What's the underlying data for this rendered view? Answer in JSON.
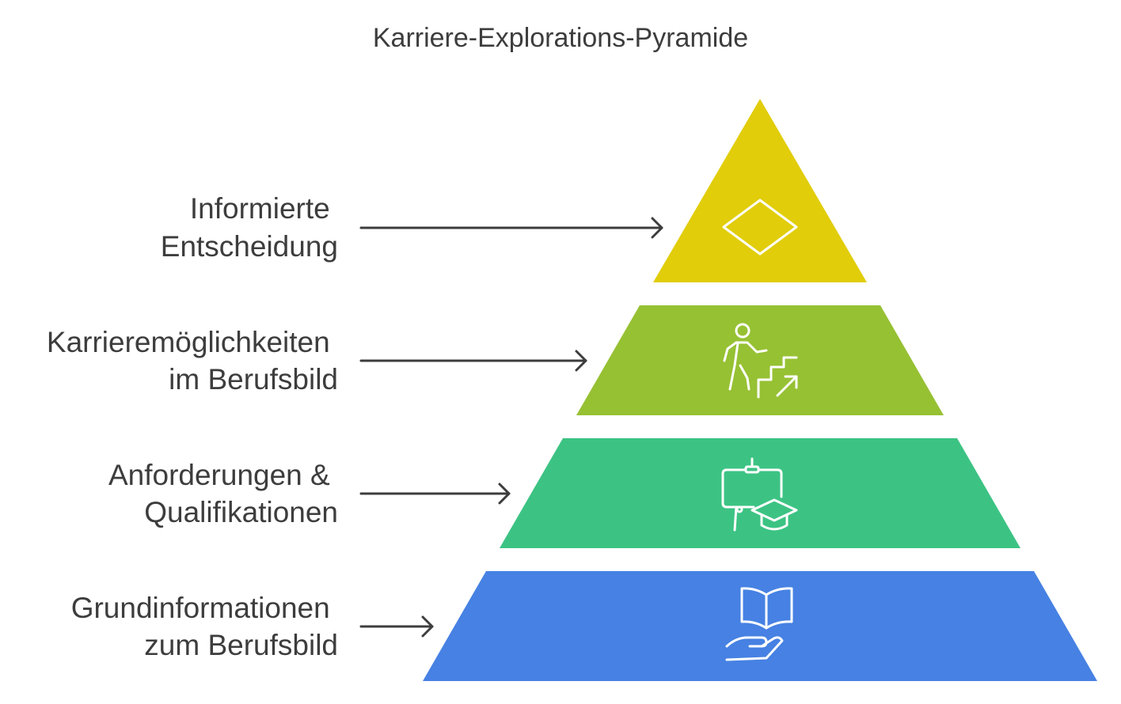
{
  "title": "Karriere-Explorations-Pyramide",
  "levels": [
    {
      "line1": "Informierte",
      "line2": "Entscheidung",
      "color": "#E1CD0A",
      "icon": "diamond-icon"
    },
    {
      "line1": "Karrieremöglichkeiten",
      "line2": "im Berufsbild",
      "color": "#96C133",
      "icon": "career-climb-icon"
    },
    {
      "line1": "Anforderungen &",
      "line2": "Qualifikationen",
      "color": "#3CC383",
      "icon": "presentation-graduation-icon"
    },
    {
      "line1": "Grundinformationen",
      "line2": "zum Berufsbild",
      "color": "#4681E3",
      "icon": "hand-book-icon"
    }
  ]
}
